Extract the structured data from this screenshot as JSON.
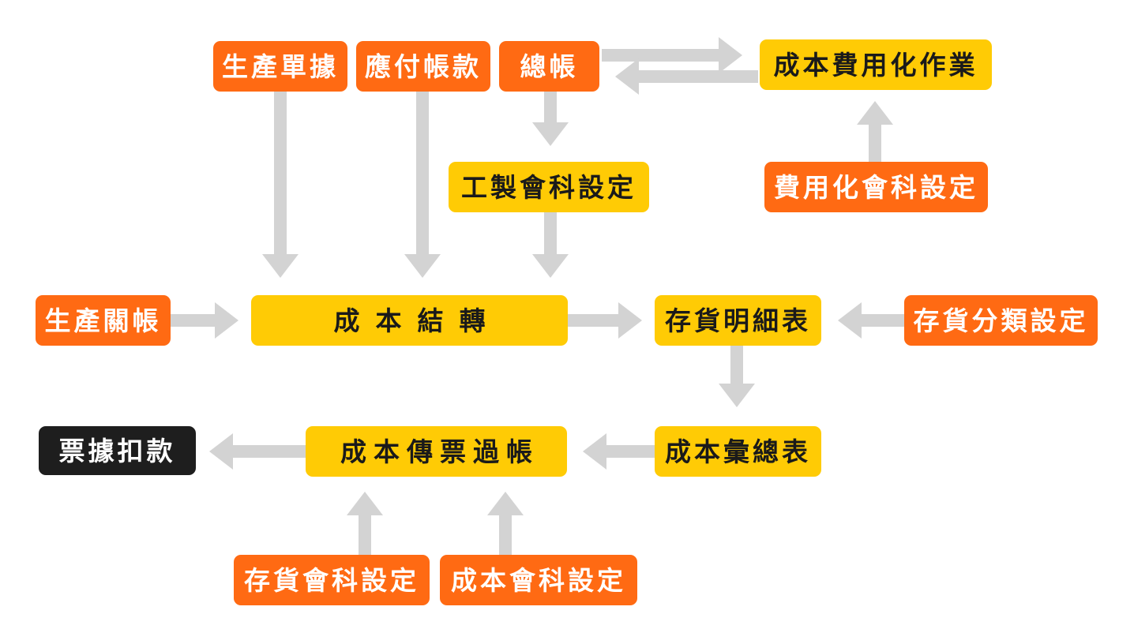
{
  "nodes": {
    "production_docs": "生產單據",
    "accounts_payable": "應付帳款",
    "general_ledger": "總帳",
    "cost_expensing": "成本費用化作業",
    "manufacturing_account_setup": "工製會科設定",
    "expensing_account_setup": "費用化會科設定",
    "production_close": "生產關帳",
    "cost_transfer": "成本結轉",
    "inventory_detail": "存貨明細表",
    "inventory_category_setup": "存貨分類設定",
    "bill_deduction": "票據扣款",
    "cost_voucher_posting": "成本傳票過帳",
    "cost_summary": "成本彙總表",
    "inventory_account_setup": "存貨會科設定",
    "cost_account_setup": "成本會科設定"
  },
  "colors": {
    "source": "#ff6a13",
    "process": "#ffcb05",
    "terminal": "#1e1e1e",
    "arrow": "#d3d3d3"
  }
}
